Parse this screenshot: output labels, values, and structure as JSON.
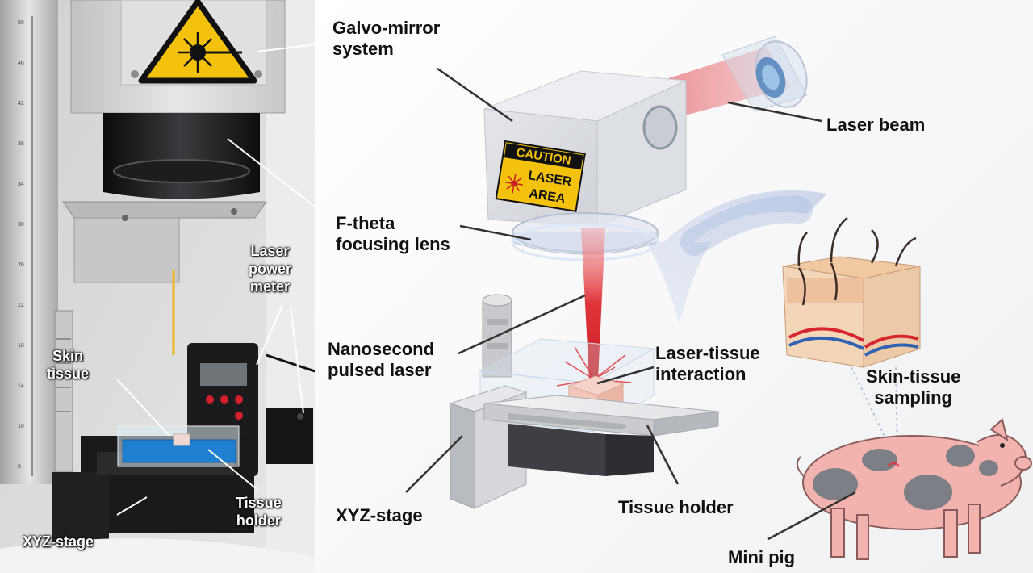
{
  "photo": {
    "labels": {
      "laser_power_meter": [
        "Laser",
        "power",
        "meter"
      ],
      "skin_tissue": [
        "Skin",
        "tissue"
      ],
      "tissue_holder": [
        "Tissue",
        "holder"
      ],
      "xyz_stage": "XYZ-stage"
    }
  },
  "diagram": {
    "labels": {
      "galvo_mirror_system": [
        "Galvo-mirror",
        "system"
      ],
      "laser_beam": "Laser beam",
      "f_theta_lens": [
        "F-theta",
        "focusing lens"
      ],
      "nanosecond_laser": [
        "Nanosecond",
        "pulsed laser"
      ],
      "laser_tissue_interaction": [
        "Laser-tissue",
        "interaction"
      ],
      "skin_tissue_sampling": [
        "Skin-tissue",
        "sampling"
      ],
      "xyz_stage": "XYZ-stage",
      "tissue_holder": "Tissue holder",
      "mini_pig": "Mini pig"
    },
    "caution_sign": [
      "CAUTION",
      "LASER",
      "AREA"
    ]
  },
  "colors": {
    "beam_red": "#e0353a",
    "caution_yellow": "#f4c20d",
    "pig_pink": "#f2b3ae",
    "pig_spots": "#7d7f86"
  }
}
